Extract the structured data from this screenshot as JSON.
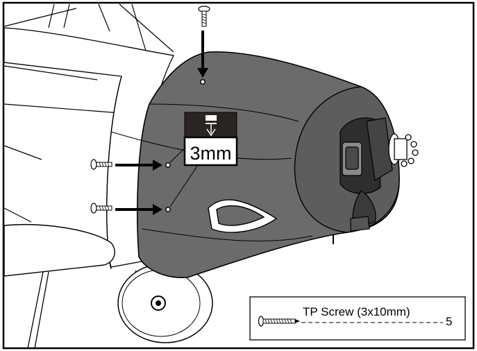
{
  "callout": {
    "size_label": "3mm"
  },
  "parts_legend": {
    "part_name": "TP Screw (3x10mm)",
    "quantity": "5"
  },
  "colors": {
    "cowl_fill": "#6b6b6b",
    "cowl_dark": "#3a3a3a",
    "line": "#000000",
    "background": "#ffffff"
  }
}
